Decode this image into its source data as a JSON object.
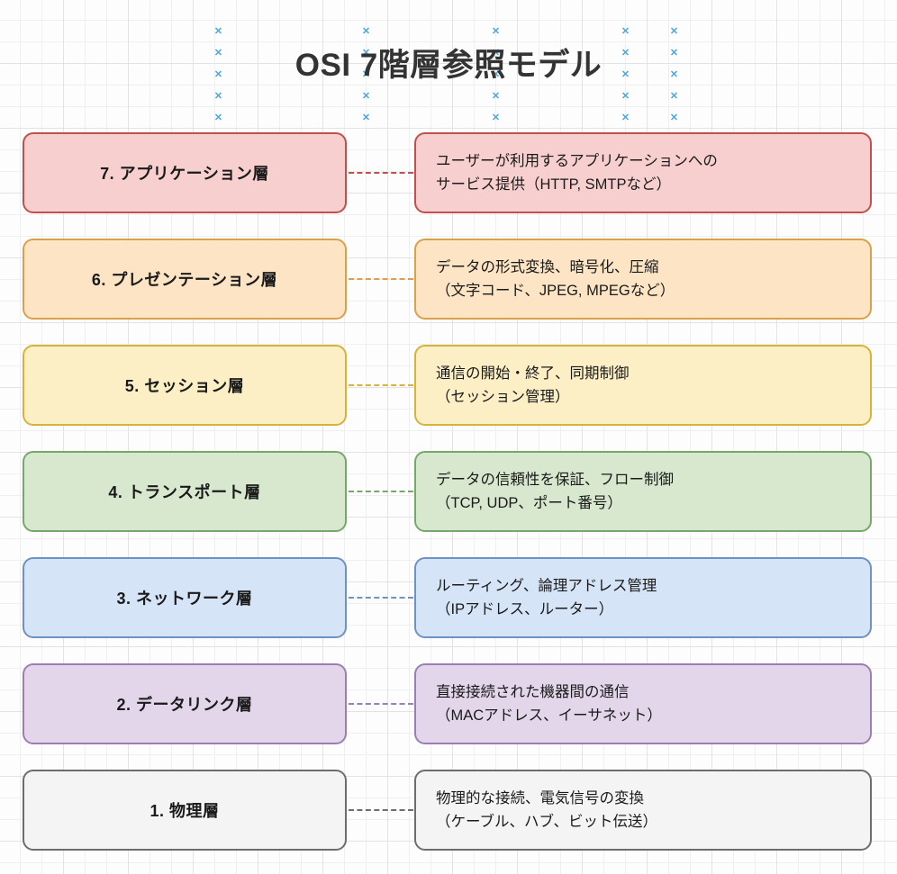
{
  "title": "OSI 7階層参照モデル",
  "decor": {
    "icon": "x-marker",
    "glyph": "✕",
    "color": "#4aa8dd"
  },
  "layers": [
    {
      "name": "7. アプリケーション層",
      "desc_line1": "ユーザーが利用するアプリケーションへの",
      "desc_line2": "サービス提供（HTTP, SMTPなど）",
      "fill": "#f8cfcf",
      "border": "#c0504d"
    },
    {
      "name": "6. プレゼンテーション層",
      "desc_line1": "データの形式変換、暗号化、圧縮",
      "desc_line2": "（文字コード、JPEG, MPEGなど）",
      "fill": "#fce4c4",
      "border": "#d9a14b"
    },
    {
      "name": "5. セッション層",
      "desc_line1": "通信の開始・終了、同期制御",
      "desc_line2": "（セッション管理）",
      "fill": "#fcefc6",
      "border": "#d6b33c"
    },
    {
      "name": "4. トランスポート層",
      "desc_line1": "データの信頼性を保証、フロー制御",
      "desc_line2": "（TCP, UDP、ポート番号）",
      "fill": "#d8e8ce",
      "border": "#77a86b"
    },
    {
      "name": "3. ネットワーク層",
      "desc_line1": "ルーティング、論理アドレス管理",
      "desc_line2": "（IPアドレス、ルーター）",
      "fill": "#d6e4f7",
      "border": "#6f92c4"
    },
    {
      "name": "2. データリンク層",
      "desc_line1": "直接接続された機器間の通信",
      "desc_line2": "（MACアドレス、イーサネット）",
      "fill": "#e3d6ea",
      "border": "#9b7fb3"
    },
    {
      "name": "1. 物理層",
      "desc_line1": "物理的な接続、電気信号の変換",
      "desc_line2": "（ケーブル、ハブ、ビット伝送）",
      "fill": "#f4f4f4",
      "border": "#6d6d6d"
    }
  ]
}
